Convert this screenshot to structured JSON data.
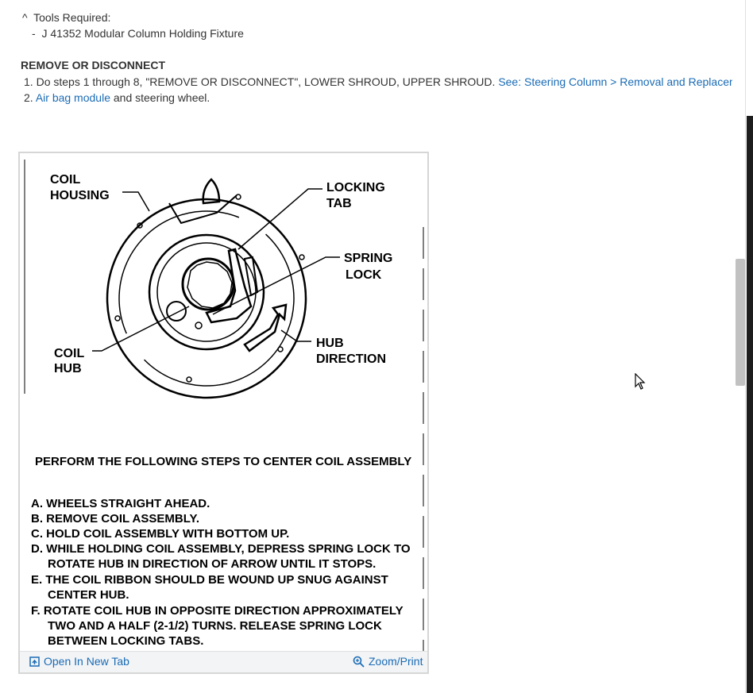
{
  "tools": {
    "caret": "^",
    "heading": "Tools Required:",
    "dash": "-",
    "item": "J 41352 Modular Column Holding Fixture"
  },
  "section": {
    "title": "REMOVE OR DISCONNECT",
    "step1_num": "1.",
    "step1_text": "Do steps 1 through 8, \"REMOVE OR DISCONNECT\", LOWER SHROUD, UPPER SHROUD.",
    "step1_link": "See: Steering Column > Removal and Replacement",
    "step2_num": "2.",
    "step2_link": "Air bag module",
    "step2_text": "and steering wheel."
  },
  "figure": {
    "labels": {
      "coil": "COIL",
      "housing": "HOUSING",
      "locking": "LOCKING",
      "tab": "TAB",
      "spring": "SPRING",
      "lock": "LOCK",
      "coil2": "COIL",
      "hub": "HUB",
      "hub2": "HUB",
      "direction": "DIRECTION"
    },
    "heading": "PERFORM THE FOLLOWING STEPS TO CENTER COIL ASSEMBLY",
    "steps": {
      "a": "A.  WHEELS STRAIGHT AHEAD.",
      "b": "B.  REMOVE COIL ASSEMBLY.",
      "c": "C.  HOLD COIL ASSEMBLY WITH BOTTOM UP.",
      "d1": "D.  WHILE HOLDING COIL ASSEMBLY, DEPRESS SPRING LOCK TO",
      "d2": "ROTATE HUB IN DIRECTION OF ARROW UNTIL IT STOPS.",
      "e1": "E.  THE COIL RIBBON SHOULD BE WOUND UP SNUG AGAINST",
      "e2": "CENTER HUB.",
      "f1": "F.  ROTATE COIL HUB IN OPPOSITE DIRECTION APPROXIMATELY",
      "f2": "TWO AND A HALF (2-1/2) TURNS. RELEASE SPRING LOCK",
      "f3": "BETWEEN LOCKING TABS."
    },
    "open_new_tab": "Open In New Tab",
    "zoom_print": "Zoom/Print"
  },
  "colors": {
    "link": "#1a6bb5",
    "text": "#333333",
    "bar": "#f2f4f6"
  }
}
